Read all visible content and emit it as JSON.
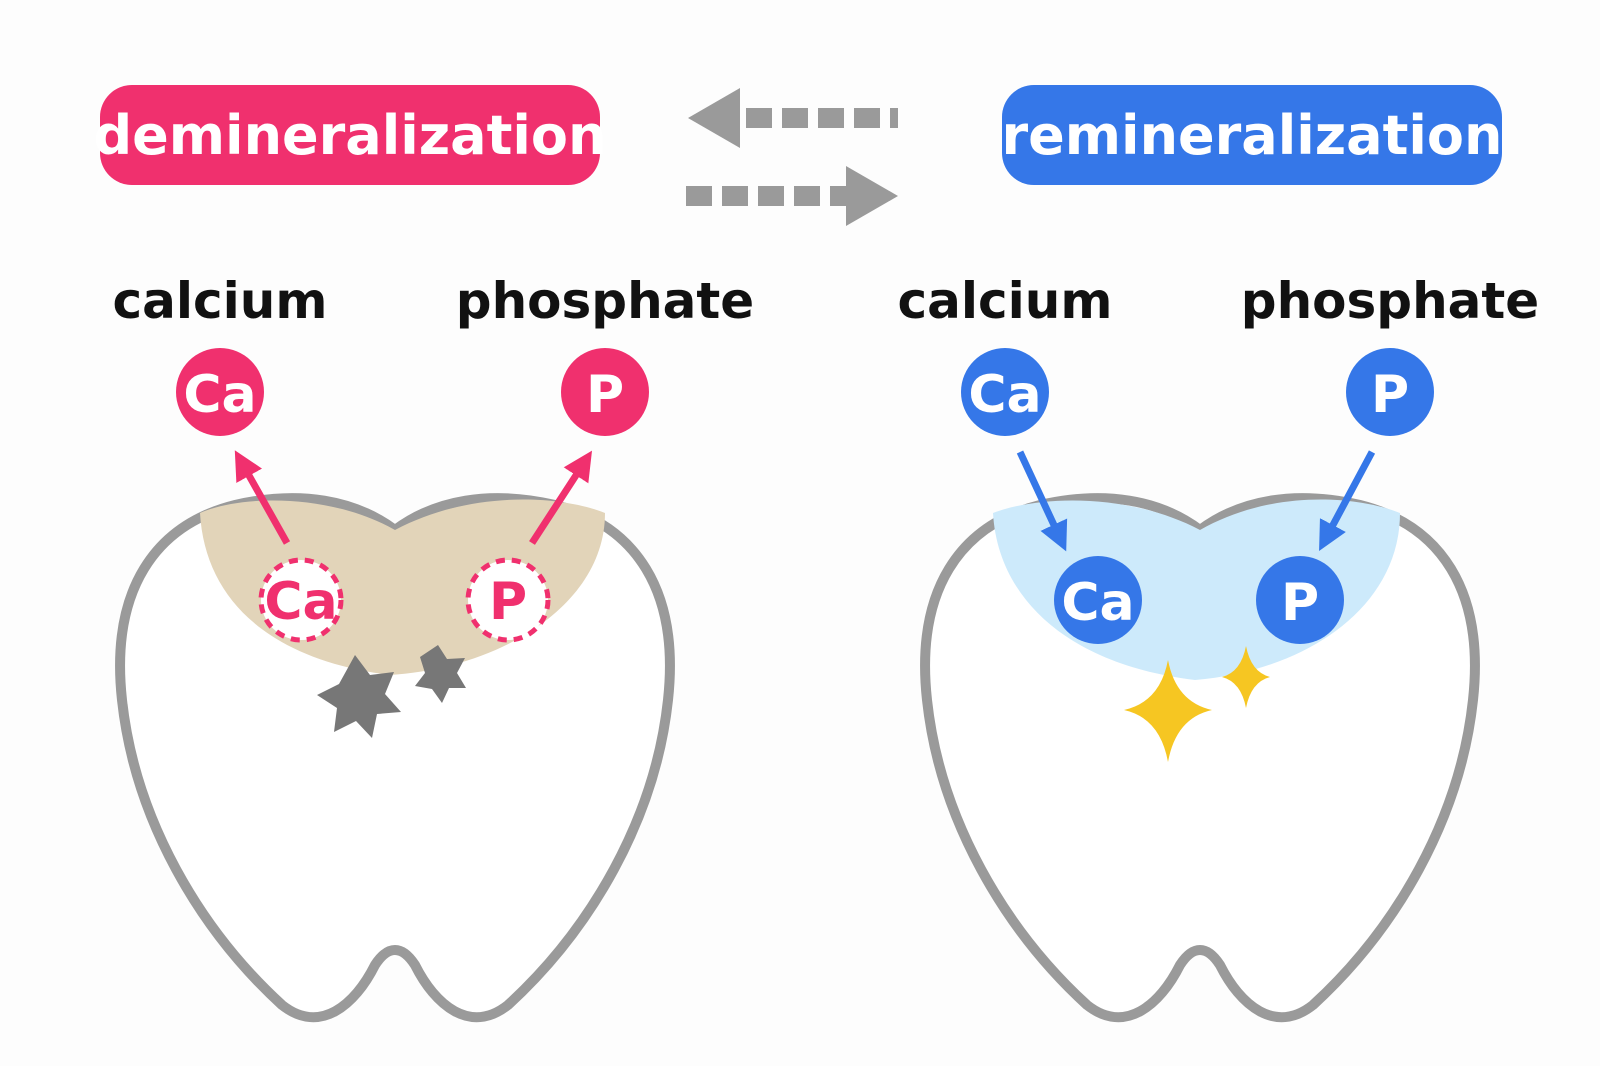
{
  "left": {
    "pill_label": "demineralization",
    "calcium_label": "calcium",
    "phosphate_label": "phosphate",
    "ion_ca": "Ca",
    "ion_p": "P",
    "color": "#f0306e",
    "region_color": "#e2d4b9"
  },
  "right": {
    "pill_label": "remineralization",
    "calcium_label": "calcium",
    "phosphate_label": "phosphate",
    "ion_ca": "Ca",
    "ion_p": "P",
    "color": "#3577e8",
    "region_color": "#cdeafb"
  },
  "colors": {
    "tooth_outline": "#9a9a9a",
    "arrow_gray": "#9a9a9a",
    "decay": "#777777",
    "sparkle": "#f6c622"
  },
  "icons": {
    "left_arrow": "dashed-arrow-left-icon",
    "right_arrow": "dashed-arrow-right-icon",
    "decay": "decay-star-icon",
    "sparkle": "sparkle-icon"
  }
}
